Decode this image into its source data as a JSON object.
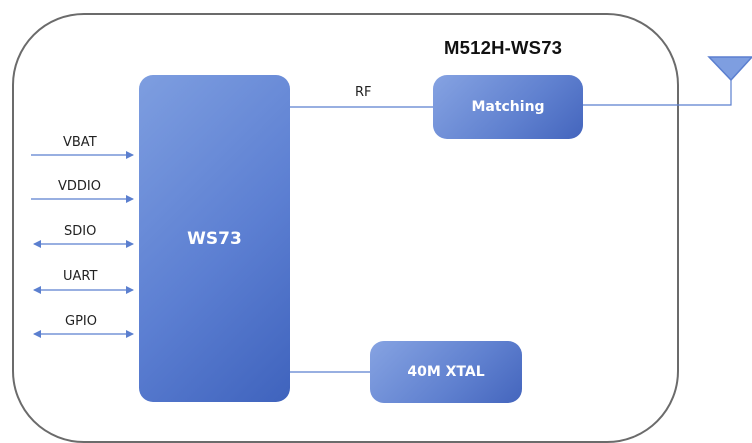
{
  "module": {
    "title": "M512H-WS73"
  },
  "blocks": {
    "chip": "WS73",
    "matching": "Matching",
    "xtal": "40M XTAL"
  },
  "links": {
    "rf": "RF"
  },
  "signals": [
    {
      "label": "VBAT",
      "direction": "input"
    },
    {
      "label": "VDDIO",
      "direction": "input"
    },
    {
      "label": "SDIO",
      "direction": "bidirectional"
    },
    {
      "label": "UART",
      "direction": "bidirectional"
    },
    {
      "label": "GPIO",
      "direction": "bidirectional"
    }
  ],
  "antenna": {
    "icon": "antenna-icon"
  },
  "colors": {
    "block": "#5c7fd2",
    "wire": "#5b7fcf",
    "frame": "#6b6b6b"
  }
}
